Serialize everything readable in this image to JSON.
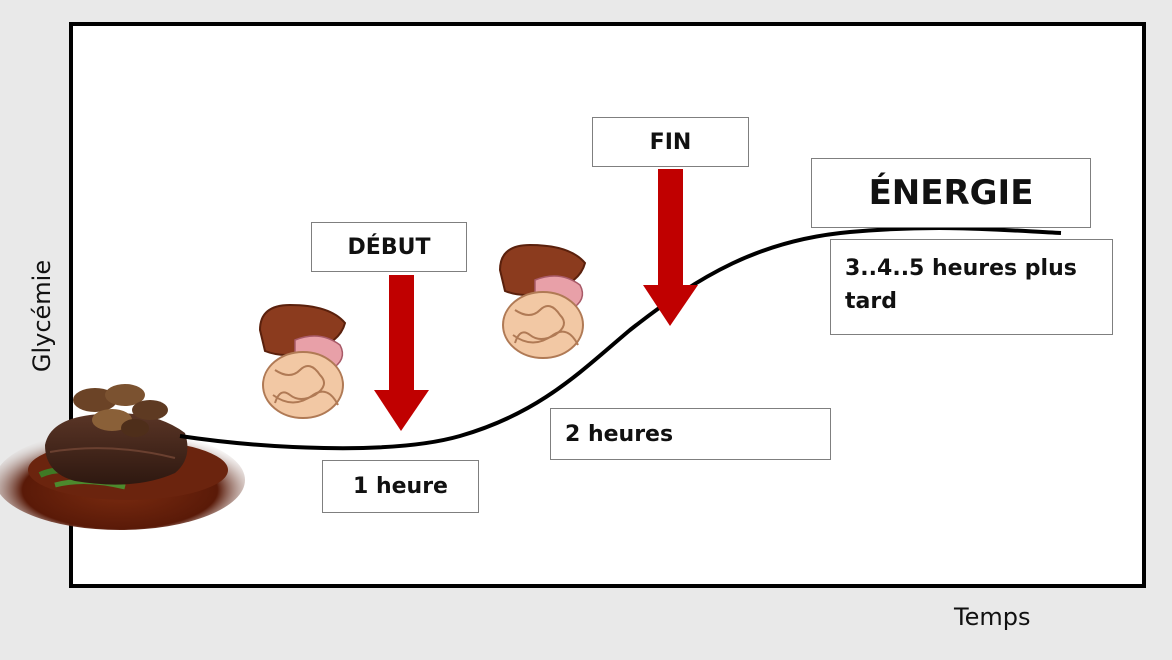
{
  "axes": {
    "y_label": "Glycémie",
    "x_label": "Temps"
  },
  "labels": {
    "debut": "DÉBUT",
    "fin": "FIN",
    "energie": "ÉNERGIE",
    "three_to_five": "3..4..5 heures plus tard",
    "two_hours": "2 heures",
    "one_hour": "1 heure"
  },
  "icons": {
    "steak": "steak-plate-icon",
    "digestive_left": "digestive-system-icon",
    "digestive_right": "digestive-system-icon",
    "arrow": "red-down-arrow-icon"
  },
  "colors": {
    "frame": "#000000",
    "curve": "#000000",
    "arrow": "#c00000",
    "liver": "#8b3b1e",
    "intestine": "#f2c8a4",
    "stomach": "#e8a0a8"
  }
}
